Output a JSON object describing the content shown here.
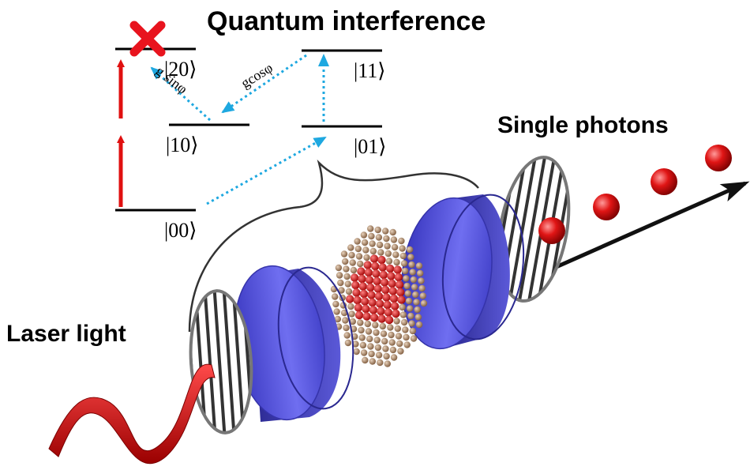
{
  "headings": {
    "quantum_interference": "Quantum interference",
    "single_photons": "Single photons",
    "laser_light": "Laser light"
  },
  "energy_levels": {
    "state_20": "|20⟩",
    "state_10": "|10⟩",
    "state_00": "|00⟩",
    "state_11": "|11⟩",
    "state_01": "|01⟩"
  },
  "couplings": {
    "g_cos_phi": "gcosφ",
    "g_sin_phi": "g sinφ"
  },
  "colors": {
    "laser": "#e01010",
    "blocked_cross": "#e8141e",
    "coupling_arrow": "#1ea8e0",
    "mirror": "#4a48d6",
    "photon": "#d01010",
    "emitter": "#d01818",
    "lattice": "#a88466"
  },
  "icons": {
    "blocked": "cross-icon",
    "photon": "sphere-icon"
  }
}
